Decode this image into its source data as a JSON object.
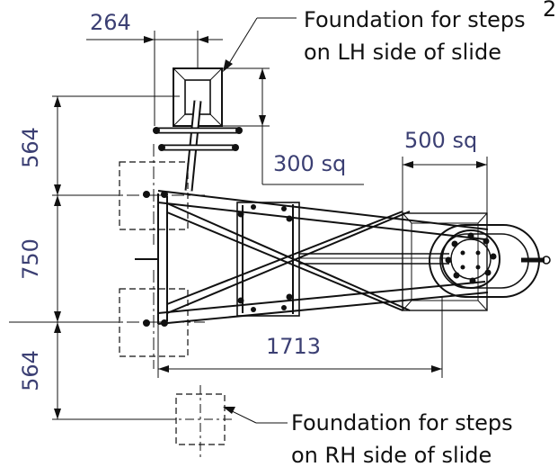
{
  "dimensions": {
    "top_width": "264",
    "left_foundation_size": "300 sq",
    "right_foundation_size": "500 sq",
    "left_upper_offset": "564",
    "frame_width": "750",
    "left_lower_offset": "564",
    "frame_length": "1713"
  },
  "callouts": {
    "lh_line1": "Foundation for steps",
    "lh_line2": "on LH side of slide",
    "rh_line1": "Foundation for steps",
    "rh_line2": "on RH side of slide"
  },
  "corner_fragment": "2"
}
